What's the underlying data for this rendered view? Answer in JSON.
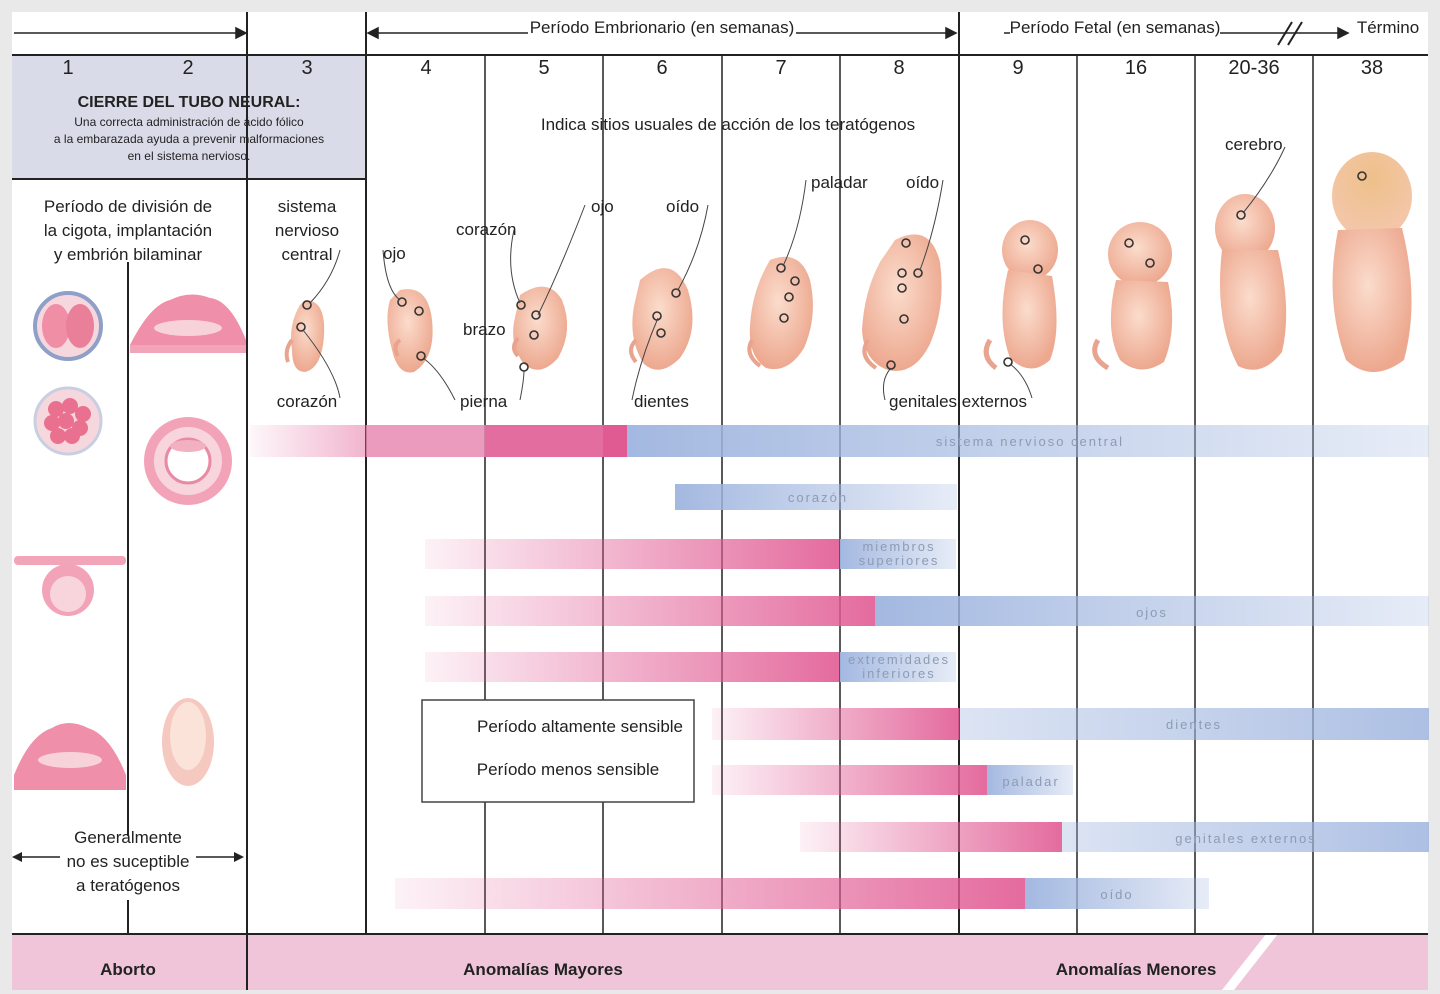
{
  "header": {
    "embrionario": "Período Embrionario (en semanas)",
    "fetal": "Período Fetal (en semanas)",
    "termino": "Término"
  },
  "weeks": [
    "1",
    "2",
    "3",
    "4",
    "5",
    "6",
    "7",
    "8",
    "9",
    "16",
    "20-36",
    "38"
  ],
  "neural": {
    "title": "CIERRE DEL TUBO NEURAL:",
    "lines": [
      "Una correcta administración de ácido fólico",
      "a la embarazada ayuda a prevenir malformaciones",
      "en el sistema nervioso."
    ]
  },
  "indica": "Indica sitios usuales de acción de los teratógenos",
  "division": [
    "Período de división de",
    "la cigota, implantación",
    "y embrión bilaminar"
  ],
  "labels": {
    "snc": [
      "sistema",
      "nervioso",
      "central"
    ],
    "corazon3": "corazón",
    "ojo4": "ojo",
    "corazon5": "corazón",
    "brazo": "brazo",
    "pierna": "pierna",
    "ojo6": "ojo",
    "oido6": "oído",
    "dientes": "dientes",
    "paladar": "paladar",
    "oido8": "oído",
    "genitales": "genitales externos",
    "cerebro": "cerebro"
  },
  "bars": [
    {
      "label": "sistema nervioso central"
    },
    {
      "label": "corazón"
    },
    {
      "label": [
        "miembros",
        "superiores"
      ]
    },
    {
      "label": "ojos"
    },
    {
      "label": [
        "extremidades",
        "inferiores"
      ]
    },
    {
      "label": "dientes"
    },
    {
      "label": "paladar"
    },
    {
      "label": "genitales externos"
    },
    {
      "label": "oído"
    }
  ],
  "legend": {
    "high": "Período altamente sensible",
    "low": "Período menos sensible"
  },
  "not_susceptible": [
    "Generalmente",
    "no es suceptible",
    "a teratógenos"
  ],
  "footer": {
    "aborto": "Aborto",
    "mayores": "Anomalías Mayores",
    "menores": "Anomalías Menores"
  },
  "colors": {
    "pink": "#e15b93",
    "blue": "#9fb5df",
    "footer": "#f0c5d9",
    "neural_box": "#d9dbe8"
  }
}
